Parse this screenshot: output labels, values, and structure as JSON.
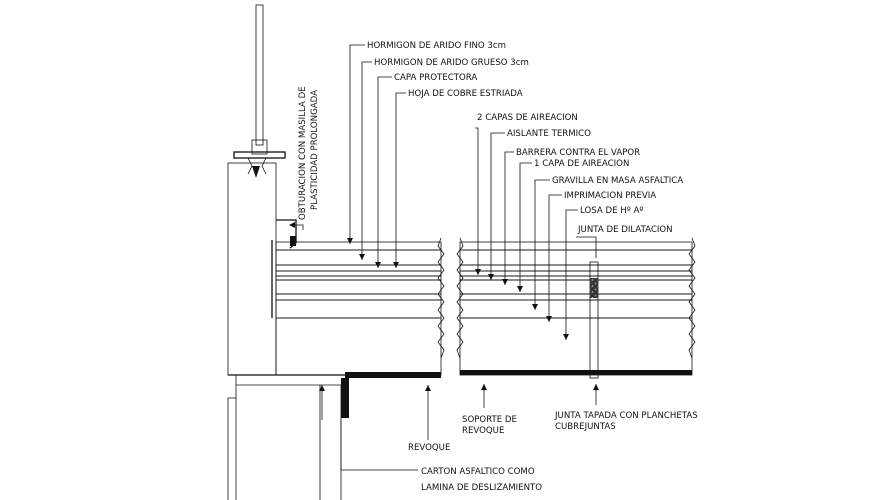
{
  "labels": {
    "hormigon_fino": "HORMIGON DE ARIDO FINO 3cm",
    "hormigon_grueso": "HORMIGON DE ARIDO GRUESO 3cm",
    "capa_protectora": "CAPA PROTECTORA",
    "hoja_cobre": "HOJA DE COBRE ESTRIADA",
    "capas_aireacion": "2 CAPAS DE AIREACION",
    "aislante": "AISLANTE TERMICO",
    "barrera": "BARRERA CONTRA EL VAPOR",
    "capa_aireacion": "1 CAPA DE AIREACION",
    "gravilla": "GRAVILLA EN MASA ASFALTICA",
    "imprimacion": "IMPRIMACION PREVIA",
    "losa": "LOSA DE Hº Aº",
    "junta_dilatacion": "JUNTA DE DILATACION",
    "obturacion_1": "OBTURACION CON MASILLA DE",
    "obturacion_2": "PLASTICIDAD PROLONGADA",
    "soporte_1": "SOPORTE DE",
    "soporte_2": "REVOQUE",
    "junta_tapada_1": "JUNTA TAPADA CON PLANCHETAS",
    "junta_tapada_2": "CUBREJUNTAS",
    "revoque": "REVOQUE",
    "carton_1": "CARTON ASFALTICO COMO",
    "carton_2": "LAMINA DE DESLIZAMIENTO"
  },
  "colors": {
    "line": "#111111",
    "background": "#ffffff"
  }
}
